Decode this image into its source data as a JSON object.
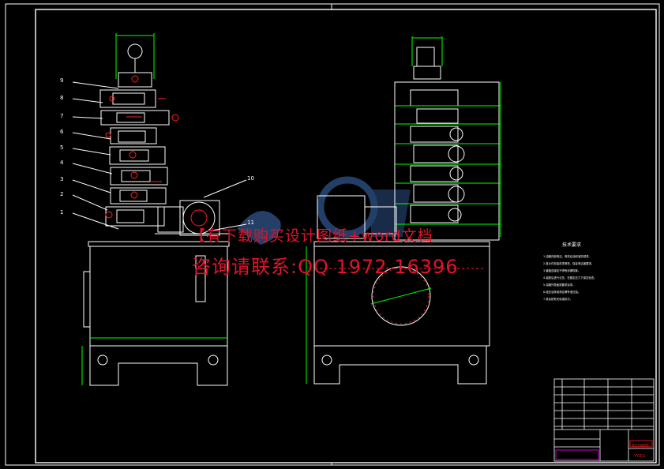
{
  "drawing": {
    "callouts": [
      "9",
      "8",
      "7",
      "6",
      "5",
      "4",
      "3",
      "2",
      "1"
    ],
    "callouts_right": [
      "10",
      "11"
    ],
    "tech_title": "技术要求",
    "tech_lines": [
      "1.油箱内部清洁，清洗后涂耐油防锈漆。",
      "2.各元件安装前须清洗，保证清洁度要求。",
      "3.管路连接处不得有渗漏现象。",
      "4.装配后进行试压，在额定压力下保压检查。",
      "5.油箱外表面按要求涂漆。",
      "6.液压油采用规定牌号液压油。",
      "7.其余按有关标准执行。"
    ],
    "title_block_name": "液压站装配图",
    "drawing_number": "YYZ-1"
  },
  "watermark": {
    "line1": "【有下载购买设计图纸+word文档",
    "line2": "咨询请联系:QQ 1972 16396"
  },
  "colors": {
    "background": "#000000",
    "line_white": "#ffffff",
    "dimension_green": "#00ff00",
    "annotation_red": "#ff2020",
    "watermark_red": "#e0142a",
    "logo_blue": "#2a4a7a",
    "titleblock_magenta": "#ff00ff"
  }
}
